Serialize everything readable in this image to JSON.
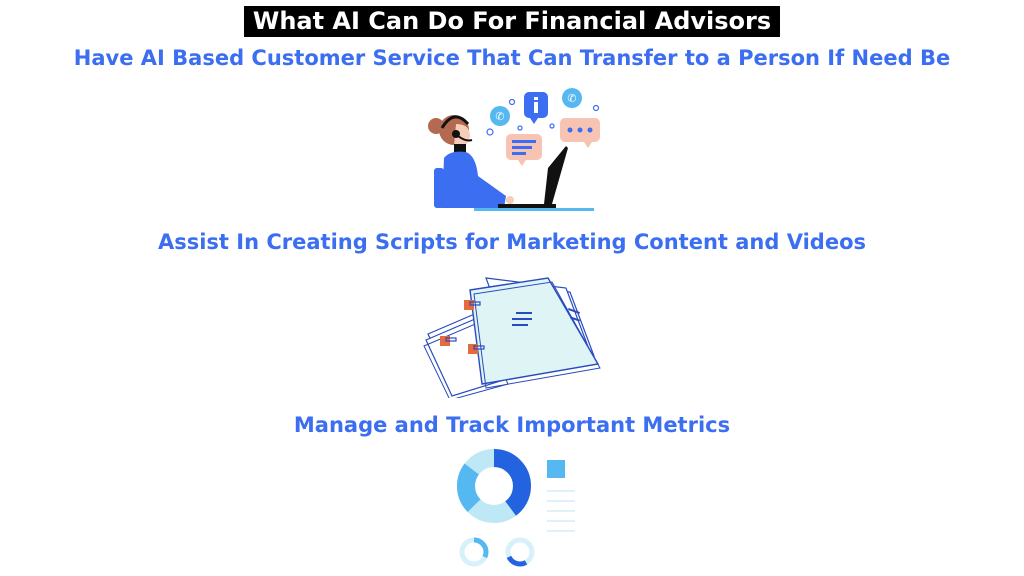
{
  "title": "What AI Can Do For Financial Advisors",
  "sections": [
    {
      "heading": "Have AI Based Customer Service That Can Transfer to a Person If Need Be",
      "illustration": "customer-service-agent-illustration"
    },
    {
      "heading": "Assist In Creating Scripts for Marketing Content and Videos",
      "illustration": "document-pages-illustration"
    },
    {
      "heading": "Manage and Track Important Metrics",
      "illustration": "metrics-charts-illustration"
    }
  ],
  "colors": {
    "heading_blue": "#3b6ef0",
    "title_bg": "#000000",
    "bubble_peach": "#f7c3b2",
    "paper_light": "#dff5f5",
    "clip_orange": "#e56a3c",
    "chart_light_blue": "#56b8f0",
    "chart_dark_blue": "#2463e0"
  }
}
